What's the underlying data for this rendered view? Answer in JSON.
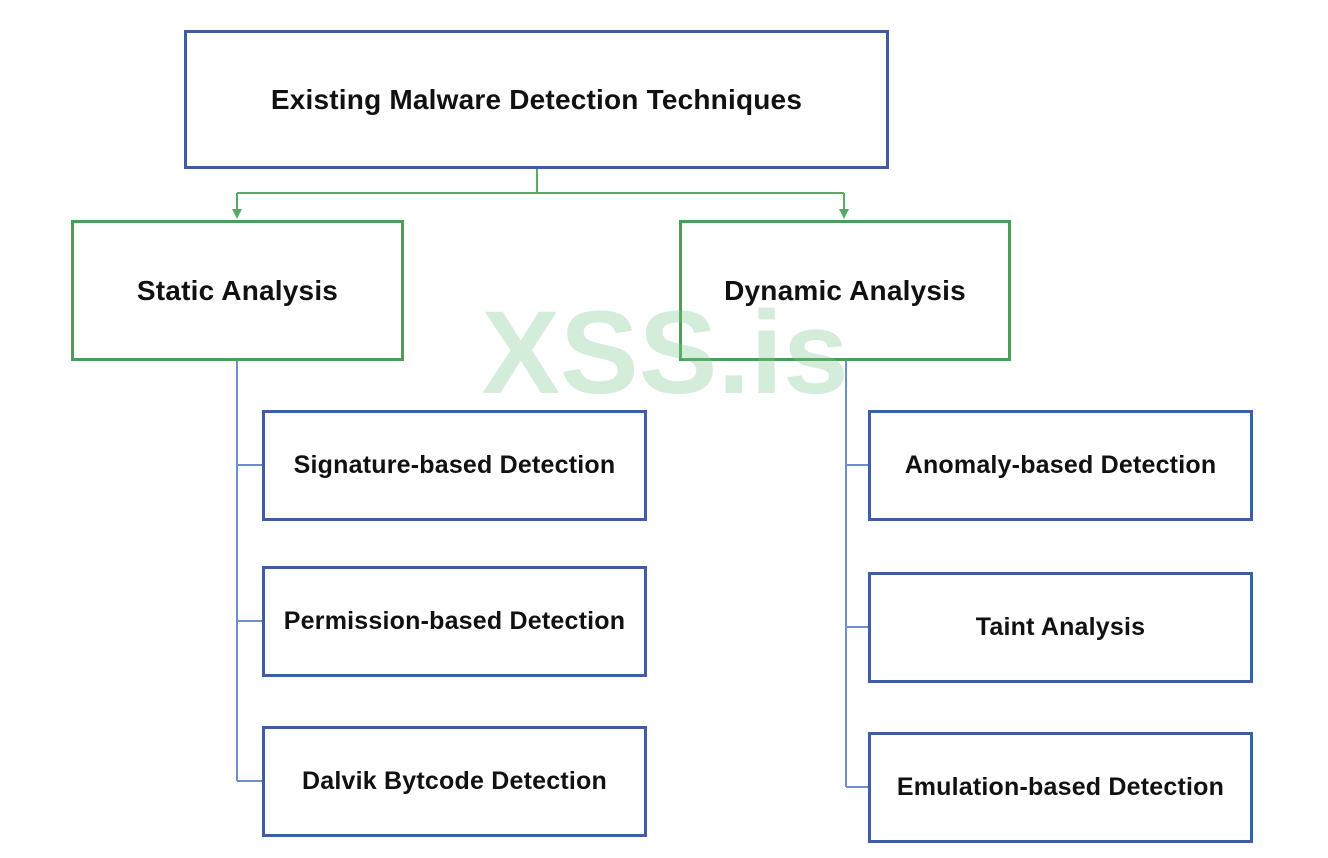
{
  "diagram": {
    "root": {
      "label": "Existing Malware Detection Techniques"
    },
    "branches": [
      {
        "label": "Static Analysis",
        "children": [
          {
            "label": "Signature-based Detection"
          },
          {
            "label": "Permission-based Detection"
          },
          {
            "label": "Dalvik Bytcode Detection"
          }
        ]
      },
      {
        "label": "Dynamic Analysis",
        "children": [
          {
            "label": "Anomaly-based Detection"
          },
          {
            "label": "Taint Analysis"
          },
          {
            "label": "Emulation-based Detection"
          }
        ]
      }
    ]
  },
  "watermark": {
    "text": "XSS.is",
    "color": "#78c88c"
  },
  "colors": {
    "blue_border": "#3f5da3",
    "green_border": "#4a9e57",
    "blue_connector": "#6f8fc8",
    "green_connector": "#5aa866"
  }
}
